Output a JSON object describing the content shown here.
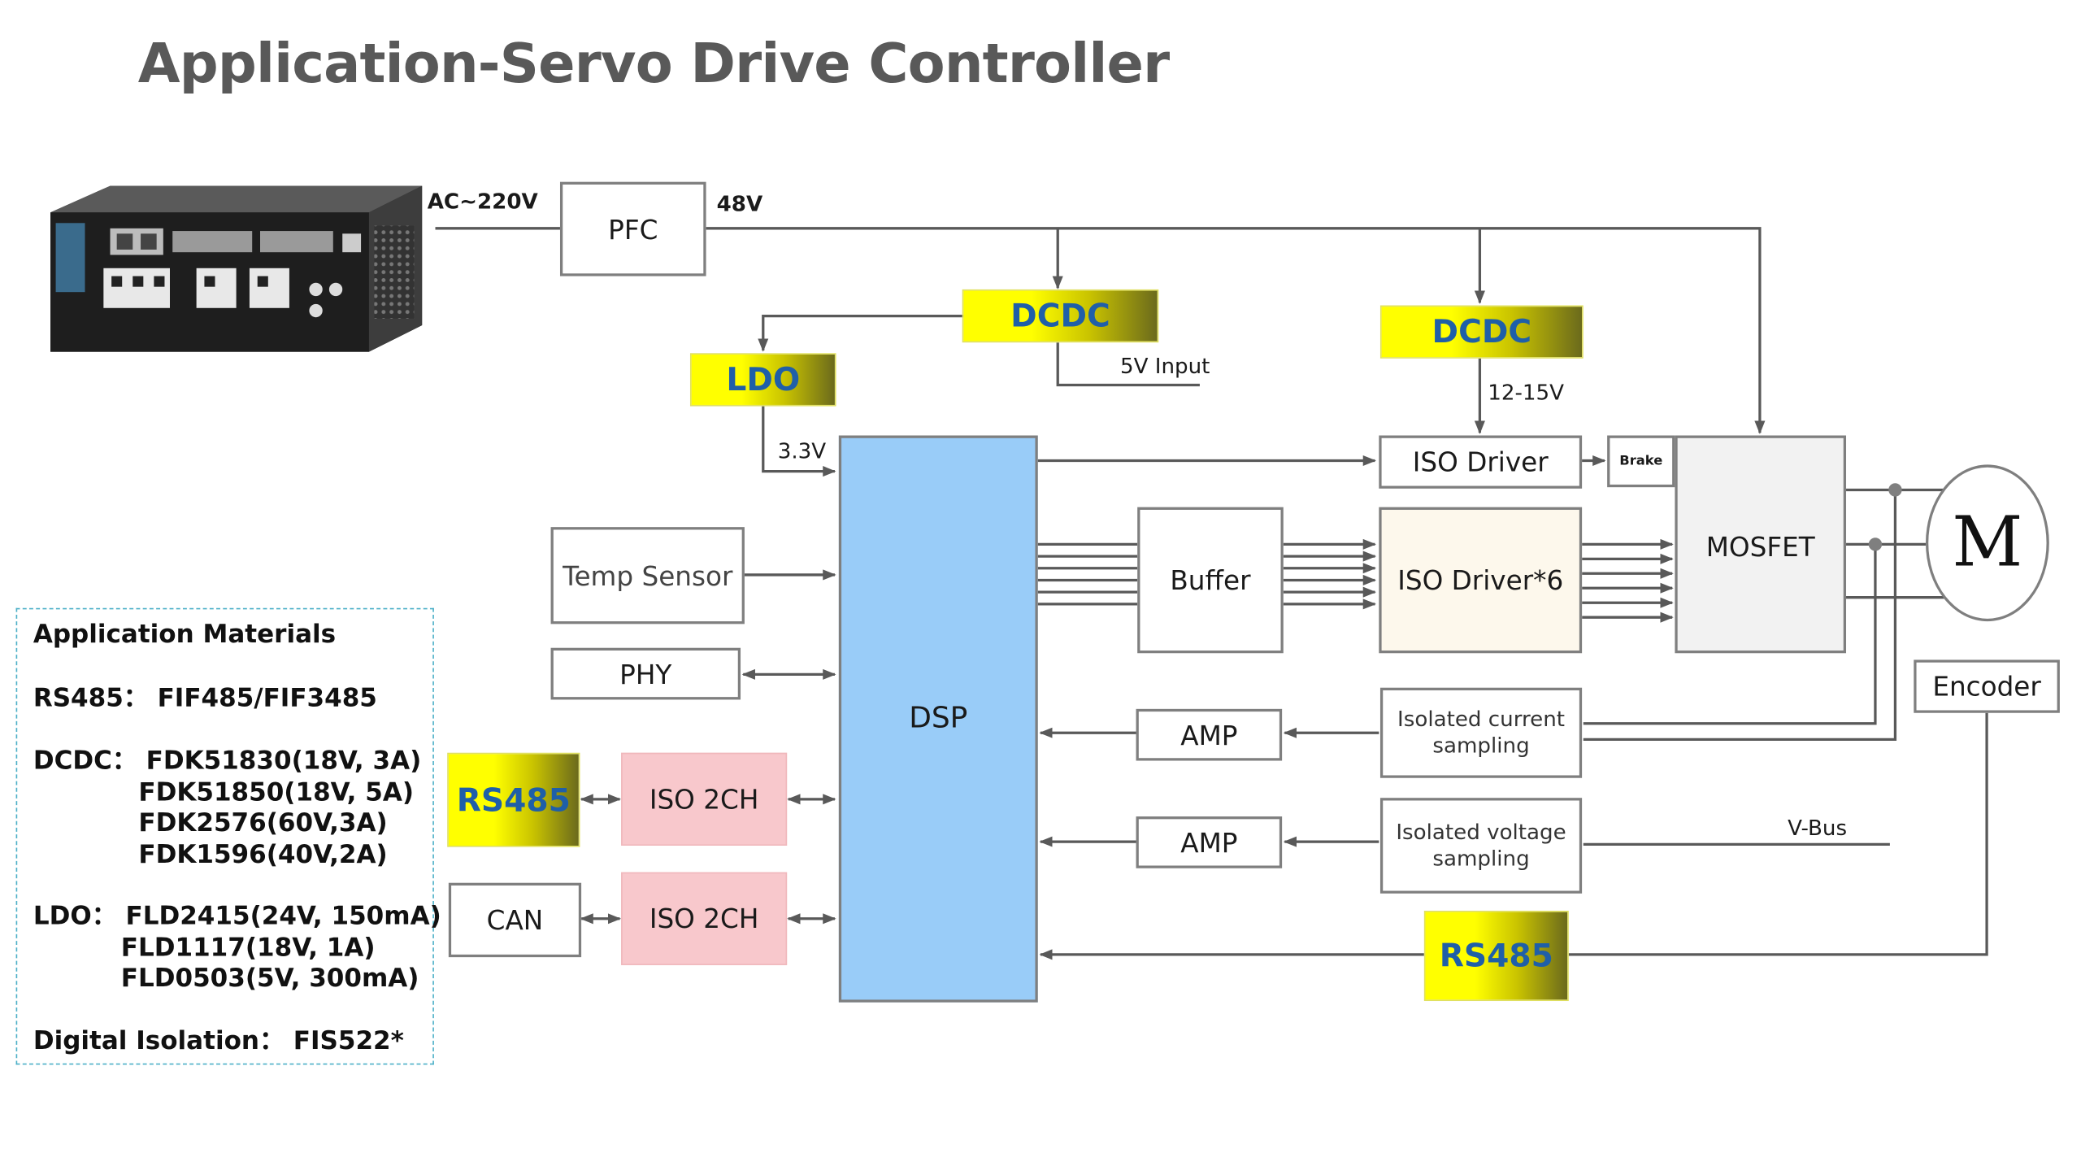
{
  "title": "Application-Servo Drive Controller",
  "colors": {
    "tag_yellow": "#ffff00",
    "tag_text": "#1f5fa8",
    "dsp_blue": "#99ccf8",
    "iso_pink": "#f8c8cc",
    "line_gray": "#595959",
    "border_gray": "#7f7f7f"
  },
  "labels": {
    "ac_input": "AC~220V",
    "bus_48v": "48V",
    "dcdc_5v": "5V Input",
    "dcdc_12v": "12-15V",
    "ldo_3v3": "3.3V",
    "vbus": "V-Bus"
  },
  "blocks": {
    "pfc": "PFC",
    "dcdc_left": "DCDC",
    "dcdc_right": "DCDC",
    "ldo": "LDO",
    "dsp": "DSP",
    "iso_driver": "ISO Driver",
    "brake": "Brake",
    "mosfet": "MOSFET",
    "motor": "M",
    "encoder": "Encoder",
    "temp_sensor": "Temp Sensor",
    "phy": "PHY",
    "buffer": "Buffer",
    "iso_driver6": "ISO Driver*6",
    "amp_current": "AMP",
    "amp_voltage": "AMP",
    "iso_current_line1": "Isolated current",
    "iso_current_line2": "sampling",
    "iso_voltage_line1": "Isolated voltage",
    "iso_voltage_line2": "sampling",
    "rs485_left": "RS485",
    "rs485_bottom": "RS485",
    "iso2ch_top": "ISO 2CH",
    "iso2ch_bottom": "ISO 2CH",
    "can": "CAN"
  },
  "materials": {
    "heading": "Application Materials",
    "rs485": "RS485： FIF485/FIF3485",
    "dcdc_1": "DCDC： FDK51830(18V, 3A)",
    "dcdc_2": "            FDK51850(18V, 5A)",
    "dcdc_3": "            FDK2576(60V,3A)",
    "dcdc_4": "            FDK1596(40V,2A)",
    "ldo_1": "LDO： FLD2415(24V, 150mA)",
    "ldo_2": "          FLD1117(18V, 1A)",
    "ldo_3": "          FLD0503(5V, 300mA)",
    "isolation": "Digital Isolation： FIS522*"
  },
  "product_image": {
    "icon": "servo-drive-unit-icon"
  }
}
